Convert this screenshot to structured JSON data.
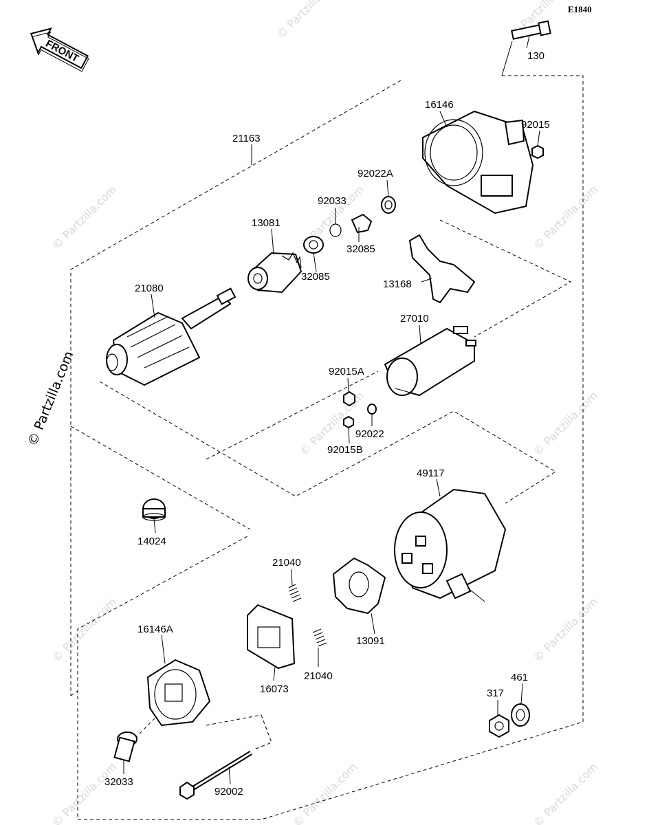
{
  "diagram_code": "E1840",
  "front_arrow": "FRONT",
  "watermark": "© Partzilla.com",
  "parts": {
    "p130": "130",
    "p16146": "16146",
    "p92015": "92015",
    "p21163": "21163",
    "p92022A": "92022A",
    "p92033": "92033",
    "p13081": "13081",
    "p32085a": "32085",
    "p32085b": "32085",
    "p13168": "13168",
    "p21080": "21080",
    "p27010": "27010",
    "p92015A": "92015A",
    "p92022": "92022",
    "p92015B": "92015B",
    "p49117": "49117",
    "p14024": "14024",
    "p21040a": "21040",
    "p21040b": "21040",
    "p13091": "13091",
    "p16146A": "16146A",
    "p16073": "16073",
    "p317": "317",
    "p461": "461",
    "p32033": "32033",
    "p92002": "92002"
  }
}
